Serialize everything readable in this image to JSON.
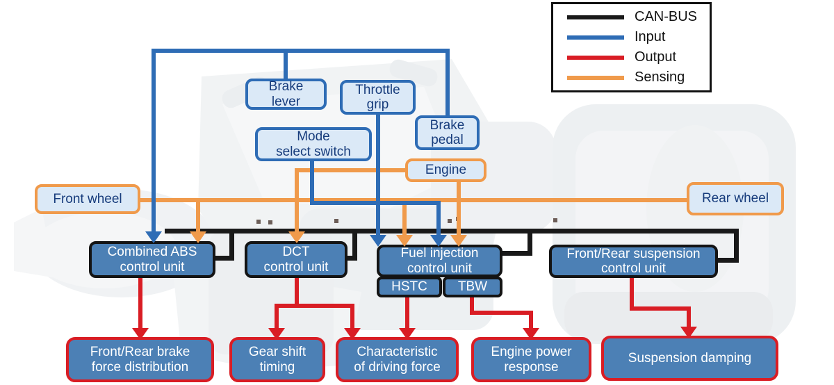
{
  "legend": {
    "items": [
      {
        "label": "CAN-BUS",
        "color": "#191919"
      },
      {
        "label": "Input",
        "color": "#2e6cb5"
      },
      {
        "label": "Output",
        "color": "#d91d24"
      },
      {
        "label": "Sensing",
        "color": "#f09a4b"
      }
    ]
  },
  "inputs": {
    "brake_lever": "Brake\nlever",
    "throttle_grip": "Throttle\ngrip",
    "brake_pedal": "Brake\npedal",
    "mode_select_switch": "Mode\nselect switch",
    "engine": "Engine",
    "front_wheel": "Front wheel",
    "rear_wheel": "Rear wheel"
  },
  "control_units": {
    "abs": "Combined ABS\ncontrol unit",
    "dct": "DCT\ncontrol unit",
    "fuel_injection": "Fuel injection\ncontrol unit",
    "hstc": "HSTC",
    "tbw": "TBW",
    "suspension": "Front/Rear suspension\ncontrol unit"
  },
  "outputs": {
    "brake_force": "Front/Rear brake\nforce distribution",
    "gear_shift": "Gear shift\ntiming",
    "driving_force": "Characteristic\nof driving force",
    "engine_power": "Engine power\nresponse",
    "suspension_damping": "Suspension damping"
  },
  "colors": {
    "can_bus": "#191919",
    "input": "#2e6cb5",
    "output": "#d91d24",
    "sensing": "#f09a4b",
    "input_box_fill": "#dbe9f7",
    "unit_box_fill": "#4c80b5",
    "label_text_dark": "#173c7c",
    "label_text_light": "#ffffff"
  }
}
